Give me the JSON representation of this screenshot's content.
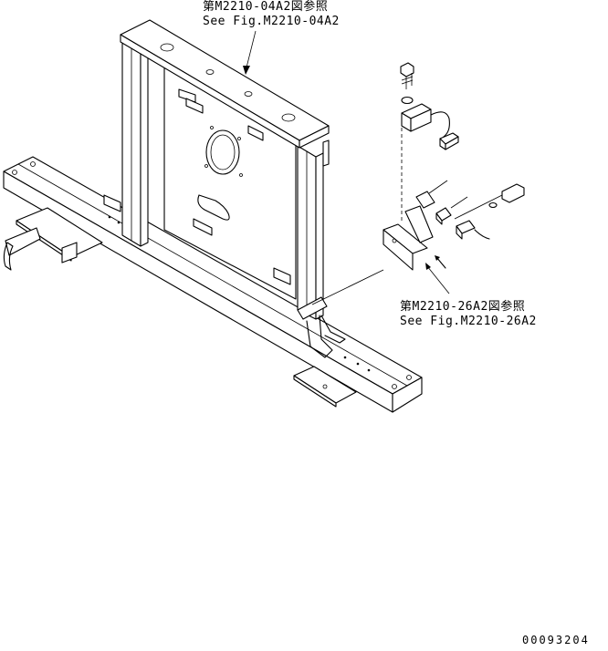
{
  "callouts": [
    {
      "id": "m2210-04a2",
      "line1": "第M2210-04A2図参照",
      "line2": "See Fig.M2210-04A2"
    },
    {
      "id": "m2210-26a2",
      "line1": "第M2210-26A2図参照",
      "line2": "See Fig.M2210-26A2"
    }
  ],
  "part_number": "00093204"
}
